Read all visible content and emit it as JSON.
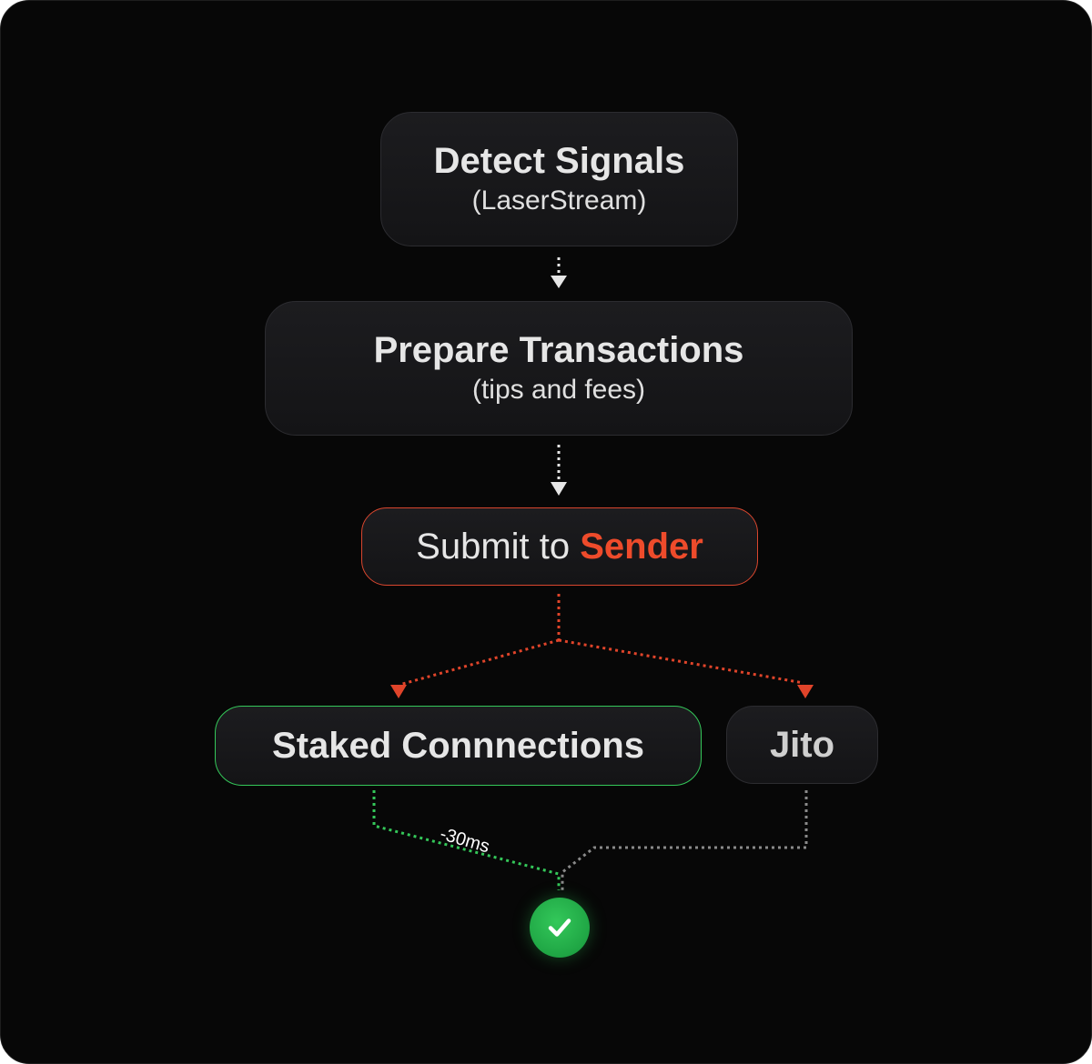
{
  "nodes": {
    "detect": {
      "title": "Detect Signals",
      "subtitle": "(LaserStream)"
    },
    "prepare": {
      "title": "Prepare Transactions",
      "subtitle": "(tips and fees)"
    },
    "submit": {
      "prefix": "Submit to ",
      "accent": "Sender"
    },
    "staked": {
      "title": "Staked Connnections"
    },
    "jito": {
      "title": "Jito"
    }
  },
  "edge_labels": {
    "staked_latency": "-30ms"
  },
  "result": {
    "icon": "checkmark-icon"
  },
  "colors": {
    "background": "#070707",
    "node_fill": "#18181a",
    "node_border": "#2c2c30",
    "accent_red": "#ee4b2b",
    "accent_green": "#34c759",
    "connector_white": "#e6e6e6",
    "connector_gray": "#8a8a8a"
  }
}
